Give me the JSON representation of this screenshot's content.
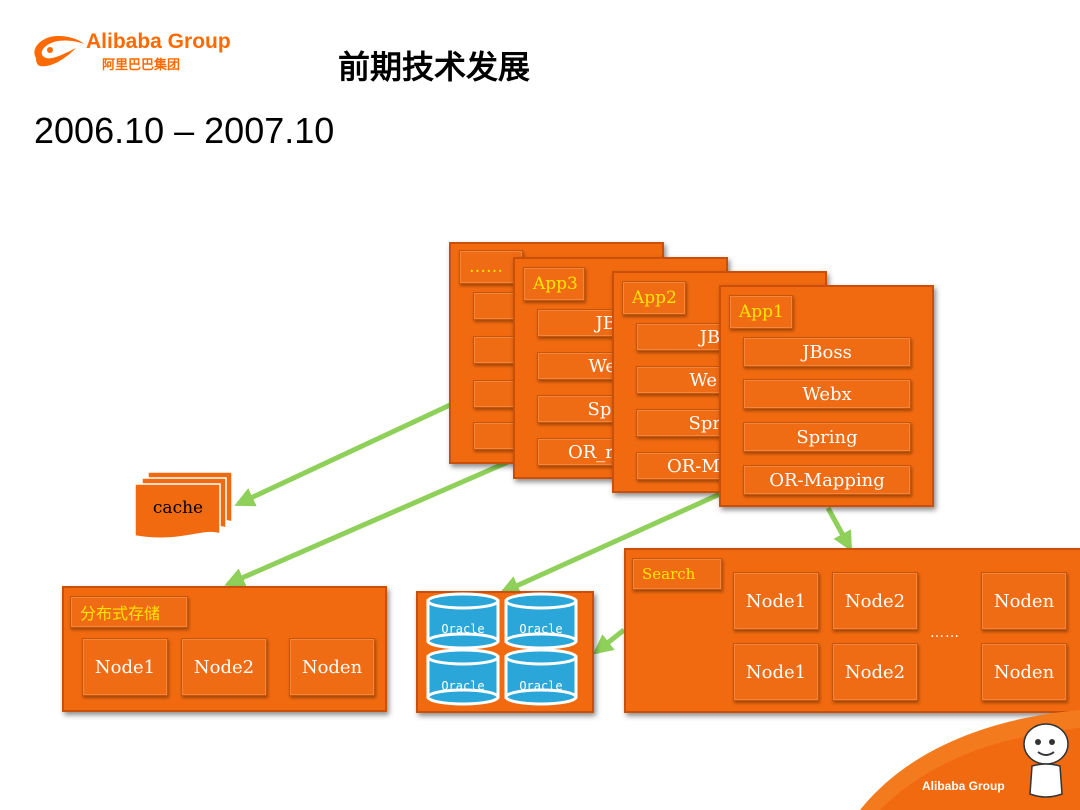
{
  "header": {
    "logo_en": "Alibaba Group",
    "logo_cn": "阿里巴巴集团",
    "title": "前期技术发展",
    "period": "2006.10 – 2007.10"
  },
  "apps": {
    "more": {
      "label": "……"
    },
    "app3": {
      "label": "App3",
      "layers": [
        "JB",
        "We",
        "Spr",
        "OR_ma"
      ]
    },
    "app2": {
      "label": "App2",
      "layers": [
        "JBo",
        "We",
        "Spr",
        "OR-Ma"
      ]
    },
    "app1": {
      "label": "App1",
      "layers": [
        "JBoss",
        "Webx",
        "Spring",
        "OR-Mapping"
      ]
    }
  },
  "cache": {
    "label": "cache"
  },
  "storage": {
    "label": "分布式存储",
    "nodes": [
      "Node1",
      "Node2",
      "Noden"
    ]
  },
  "oracle": {
    "labels": [
      "Oracle",
      "Oracle",
      "Oracle",
      "Oracle"
    ]
  },
  "search": {
    "label": "Search",
    "row1": [
      "Node1",
      "Node2",
      "Noden"
    ],
    "row2": [
      "Node1",
      "Node2",
      "Noden"
    ],
    "ellipsis": "……"
  },
  "footer": {
    "logo": "Alibaba Group"
  },
  "colors": {
    "orange": "#f26a10",
    "label_yellow": "#ffe600",
    "arrow_green": "#8fd05a",
    "oracle_blue": "#2aa7d8"
  }
}
